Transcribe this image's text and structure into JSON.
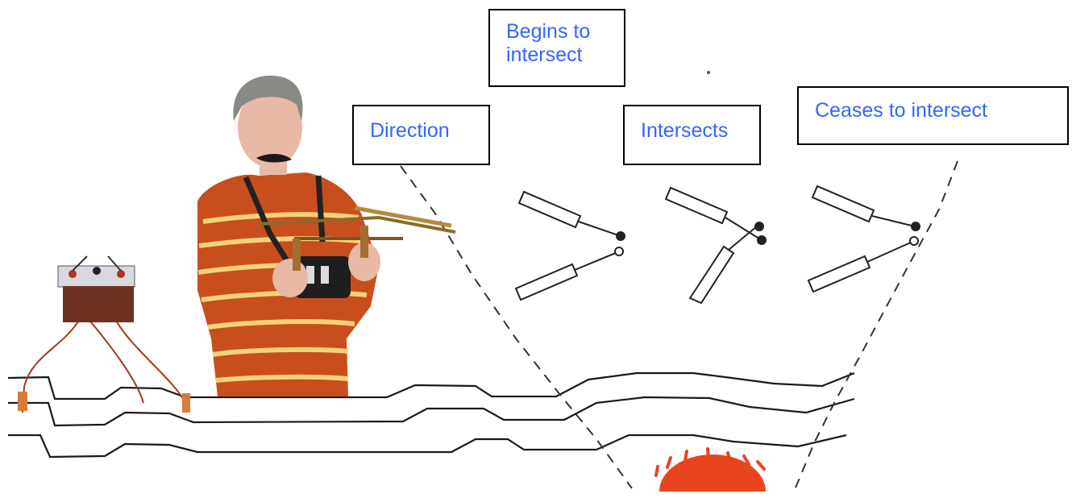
{
  "labels": {
    "begins": "Begins to\nintersect",
    "direction": "Direction",
    "intersects": "Intersects",
    "ceases": "Ceases to intersect"
  },
  "colors": {
    "label_text": "#3366ff",
    "sweater": "#c94e1e",
    "stripe": "#f2d27a",
    "hair": "#8a8a84",
    "skin": "#e8b9a6",
    "device_box": "#6d3222",
    "source_glow": "#e8451e",
    "line": "#1a1a1a"
  },
  "icons": [
    "man-operator",
    "battery-box-icon",
    "dowsing-rod-icon",
    "sun-source-icon"
  ]
}
